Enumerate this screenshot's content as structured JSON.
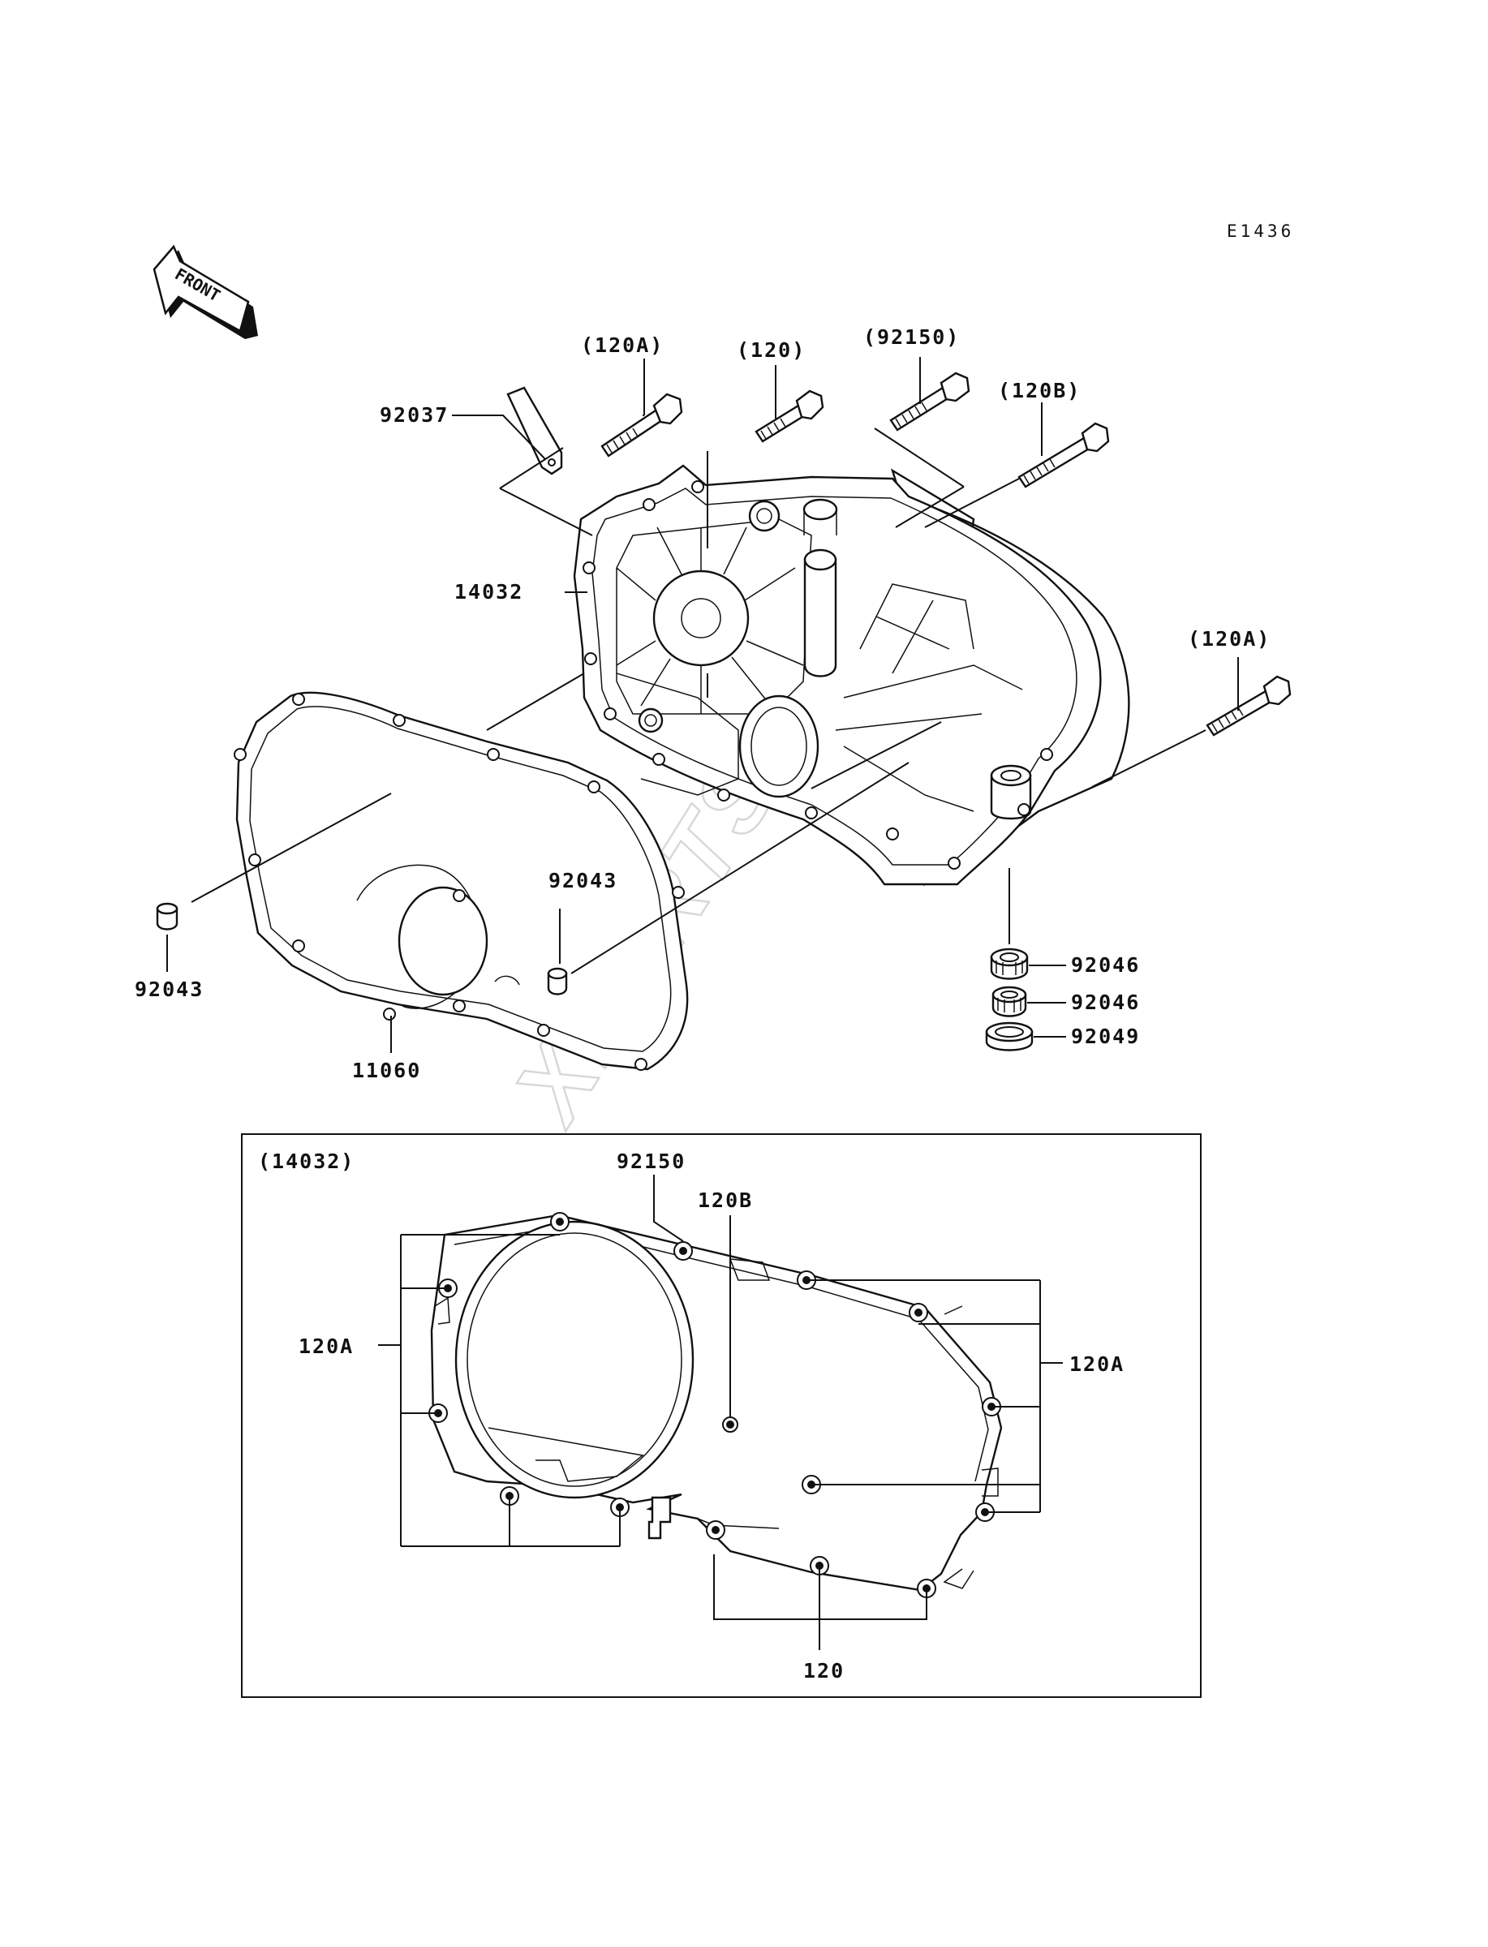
{
  "diagram": {
    "code": "E1436",
    "front_label": "FRONT",
    "watermark": "XPARTS",
    "labels": {
      "top_120A": "(120A)",
      "top_120": "(120)",
      "top_92150": "(92150)",
      "top_120B": "(120B)",
      "right_120A": "(120A)",
      "p92037": "92037",
      "p14032": "14032",
      "p92043_left": "92043",
      "p92043_mid": "92043",
      "p11060": "11060",
      "p92046_a": "92046",
      "p92046_b": "92046",
      "p92049": "92049"
    },
    "inset": {
      "title": "(14032)",
      "labels": {
        "i92150": "92150",
        "i120B": "120B",
        "i120A_left": "120A",
        "i120A_right": "120A",
        "i120": "120"
      }
    }
  }
}
